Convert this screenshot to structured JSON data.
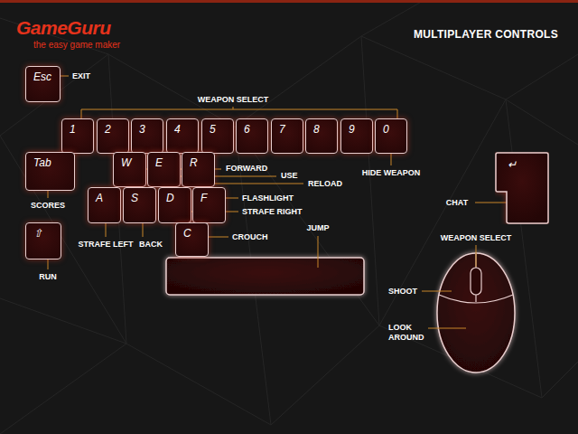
{
  "diagram": {
    "title": "MULTIPLAYER CONTROLS",
    "nodes": [
      {
        "text": [
          "Esc"
        ]
      },
      {
        "text": [
          "1"
        ]
      },
      {
        "text": [
          "2"
        ]
      },
      {
        "text": [
          "3"
        ]
      },
      {
        "text": [
          "4"
        ]
      },
      {
        "text": [
          "5"
        ]
      },
      {
        "text": [
          "6"
        ]
      },
      {
        "text": [
          "7"
        ]
      },
      {
        "text": [
          "8"
        ]
      },
      {
        "text": [
          "9"
        ]
      },
      {
        "text": [
          "0"
        ]
      },
      {
        "text": [
          "Tab"
        ]
      },
      {
        "text": [
          "W"
        ]
      },
      {
        "text": [
          "E"
        ]
      },
      {
        "text": [
          "R"
        ]
      },
      {
        "text": [
          "↵"
        ]
      },
      {
        "text": [
          "A"
        ]
      },
      {
        "text": [
          "S"
        ]
      },
      {
        "text": [
          "D"
        ]
      },
      {
        "text": [
          "F"
        ]
      },
      {
        "text": [
          "⇧"
        ]
      },
      {
        "text": [
          "C"
        ]
      }
    ],
    "labels": [
      "GameGuru",
      "the easy game maker",
      "EXIT",
      "WEAPON SELECT",
      "FORWARD",
      "USE",
      "RELOAD",
      "HIDE WEAPON",
      "SCORES",
      "FLASHLIGHT",
      "STRAFE RIGHT",
      "STRAFE LEFT",
      "BACK",
      "CROUCH",
      "JUMP",
      "CHAT",
      "RUN",
      "WEAPON SELECT",
      "SHOOT",
      "LOOK AROUND"
    ]
  }
}
